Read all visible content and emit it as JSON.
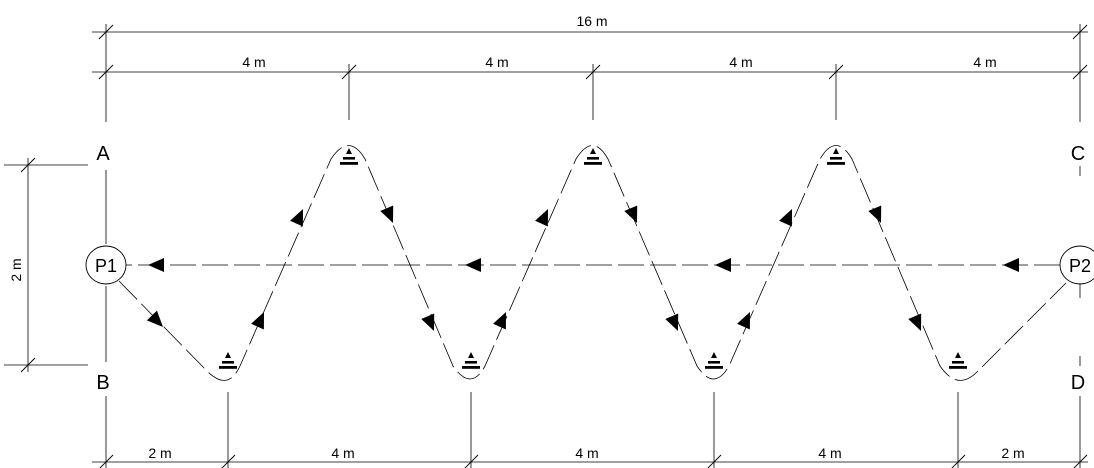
{
  "dimensions": {
    "total_top": "16 m",
    "top_segments": [
      "4 m",
      "4 m",
      "4 m",
      "4 m"
    ],
    "left_height": "2 m",
    "bottom_segments": [
      "2 m",
      "4 m",
      "4 m",
      "4 m",
      "2 m"
    ]
  },
  "corners": {
    "a": "A",
    "b": "B",
    "c": "C",
    "d": "D"
  },
  "points": {
    "p1": "P1",
    "p2": "P2"
  },
  "cones": {
    "top_count": 3,
    "bottom_count": 4
  }
}
